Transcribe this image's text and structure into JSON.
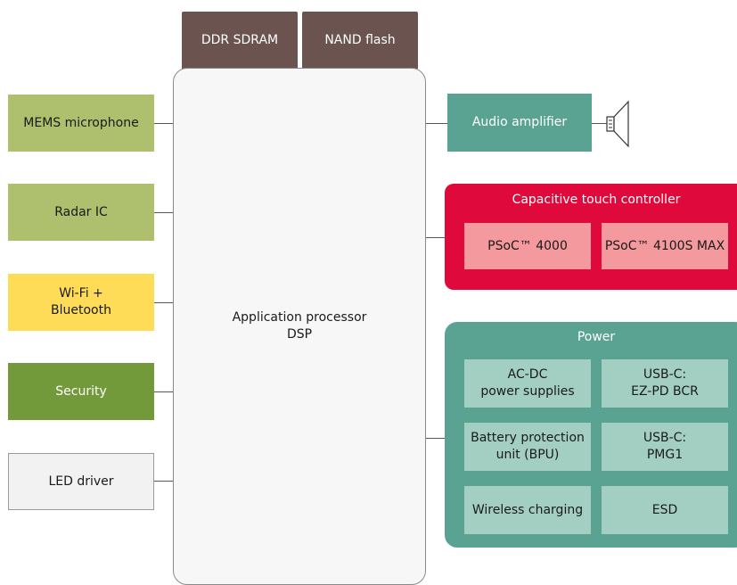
{
  "memory": {
    "ddr": "DDR SDRAM",
    "nand": "NAND flash"
  },
  "left": {
    "mems": "MEMS microphone",
    "radar": "Radar IC",
    "wifi": "Wi-Fi +\nBluetooth",
    "security": "Security",
    "led": "LED driver"
  },
  "processor": {
    "label": "Application processor\nDSP"
  },
  "audio": {
    "amplifier": "Audio amplifier"
  },
  "touch": {
    "title": "Capacitive touch controller",
    "psoc4000": "PSoC™ 4000",
    "psoc4100": "PSoC™ 4100S MAX"
  },
  "power": {
    "title": "Power",
    "acdc": "AC-DC\npower supplies",
    "usbc_bcr": "USB-C:\nEZ-PD BCR",
    "bpu": "Battery protection\nunit (BPU)",
    "usbc_pmg1": "USB-C:\nPMG1",
    "wireless": "Wireless charging",
    "esd": "ESD"
  },
  "colors": {
    "memory": "#6b5350",
    "sensor_green": "#aec06d",
    "security_green": "#739a3a",
    "wifi_yellow": "#ffdc57",
    "teal": "#5aa393",
    "teal_light": "#a3cfc2",
    "touch_red": "#e0093b",
    "touch_pink": "#f4999d"
  }
}
